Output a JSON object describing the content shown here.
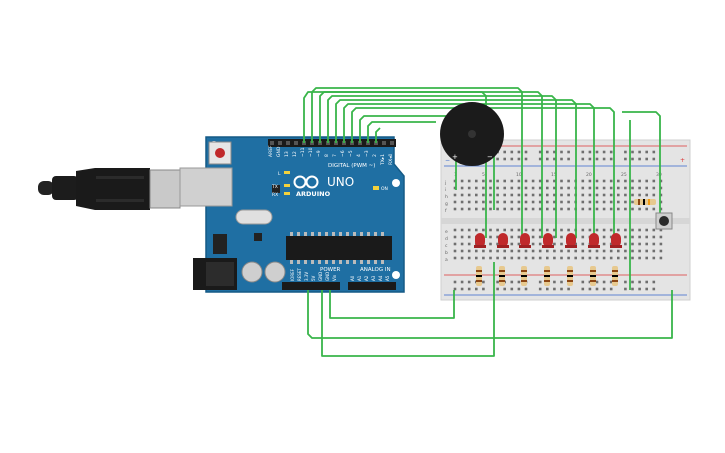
{
  "board": {
    "brand": "ARDUINO",
    "model": "UNO",
    "on_label": "ON",
    "digital_label": "DIGITAL (PWM ~)",
    "power_label": "POWER",
    "analog_label": "ANALOG IN",
    "tx_label": "TX",
    "rx_label": "RX",
    "l_label": "L",
    "top_pins": [
      "AREF",
      "GND",
      "13",
      "12",
      "~11",
      "~10",
      "~9",
      "8",
      "7",
      "~6",
      "~5",
      "4",
      "~3",
      "2",
      "TX▸1",
      "RX◂0"
    ],
    "power_pins": [
      "IOREF",
      "RESET",
      "3.3V",
      "5V",
      "GND",
      "GND",
      "Vin"
    ],
    "analog_pins": [
      "A0",
      "A1",
      "A2",
      "A3",
      "A4",
      "A5"
    ]
  },
  "breadboard": {
    "row_letters_top": [
      "j",
      "i",
      "h",
      "g",
      "f"
    ],
    "row_letters_bottom": [
      "e",
      "d",
      "c",
      "b",
      "a"
    ],
    "col_numbers": [
      "1",
      "5",
      "10",
      "15",
      "20",
      "25",
      "30"
    ]
  },
  "buzzer": {
    "plus": "+",
    "minus": "−"
  },
  "colors": {
    "board": "#1f6fa3",
    "wire": "#39b54a",
    "led": "#c0292b",
    "breadboard": "#e4e4e4",
    "rail_red": "#d33",
    "rail_blue": "#36c"
  },
  "icons": [
    "usb-plug-icon",
    "usb-port-icon",
    "reset-button-icon",
    "power-jack-icon",
    "buzzer-icon",
    "led-icon",
    "resistor-icon",
    "pushbutton-icon"
  ]
}
